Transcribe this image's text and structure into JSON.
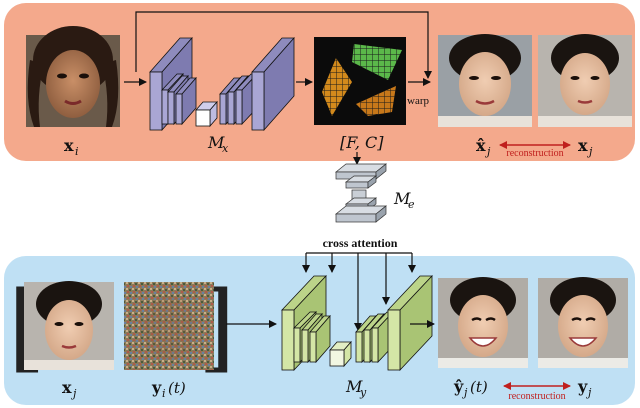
{
  "labels": {
    "top_source": "x",
    "top_source_sub": "i",
    "mx": "M",
    "mx_sub": "x",
    "fc": "[F, C]",
    "warp": "warp",
    "top_recon_hat": "x̂",
    "top_recon_hat_sub": "j",
    "top_target": "x",
    "top_target_sub": "j",
    "reconstruction_top": "reconstruction",
    "me": "M",
    "me_sub": "e",
    "cross_attention": "cross attention",
    "bottom_cond": "x",
    "bottom_cond_sub": "j",
    "noisy": "y",
    "noisy_sub": "i",
    "noisy_arg": "(t)",
    "my": "M",
    "my_sub": "y",
    "bottom_recon_hat": "ŷ",
    "bottom_recon_hat_sub": "j",
    "bottom_recon_arg": "(t)",
    "bottom_target": "y",
    "bottom_target_sub": "j",
    "reconstruction_bottom": "reconstruction"
  },
  "colors": {
    "top_panel": "#f4a98c",
    "bottom_panel": "#bfe0f4",
    "encoder_purple": "#a9a6d4",
    "unet_green": "#d4e6a6",
    "me_gray": "#bfc6cf",
    "recon_arrow": "#c0201e"
  }
}
